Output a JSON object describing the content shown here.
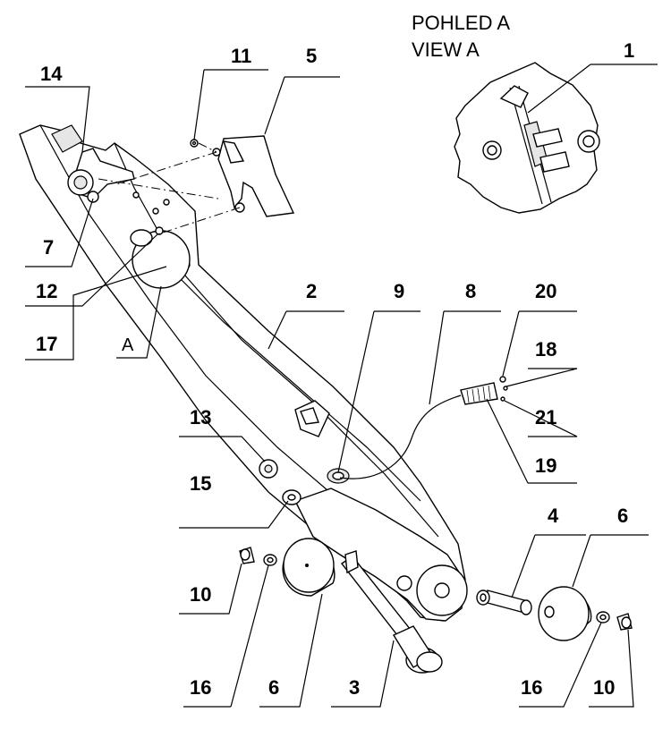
{
  "view": {
    "title_cz": "POHLED A",
    "title_en": "VIEW A",
    "section_marker": "A"
  },
  "callouts": [
    {
      "id": "c14a",
      "label": "14"
    },
    {
      "id": "c11",
      "label": "11"
    },
    {
      "id": "c5",
      "label": "5"
    },
    {
      "id": "c1",
      "label": "1"
    },
    {
      "id": "c7",
      "label": "7"
    },
    {
      "id": "c12",
      "label": "12"
    },
    {
      "id": "c17",
      "label": "17"
    },
    {
      "id": "c2",
      "label": "2"
    },
    {
      "id": "c9",
      "label": "9"
    },
    {
      "id": "c8",
      "label": "8"
    },
    {
      "id": "c20",
      "label": "20"
    },
    {
      "id": "c18",
      "label": "18"
    },
    {
      "id": "c21",
      "label": "21"
    },
    {
      "id": "c13",
      "label": "13"
    },
    {
      "id": "c19",
      "label": "19"
    },
    {
      "id": "c15",
      "label": "15"
    },
    {
      "id": "c4",
      "label": "4"
    },
    {
      "id": "c6r",
      "label": "6"
    },
    {
      "id": "c10l",
      "label": "10"
    },
    {
      "id": "c16l",
      "label": "16"
    },
    {
      "id": "c6l",
      "label": "6"
    },
    {
      "id": "c3",
      "label": "3"
    },
    {
      "id": "c16r",
      "label": "16"
    },
    {
      "id": "c10r",
      "label": "10"
    }
  ]
}
